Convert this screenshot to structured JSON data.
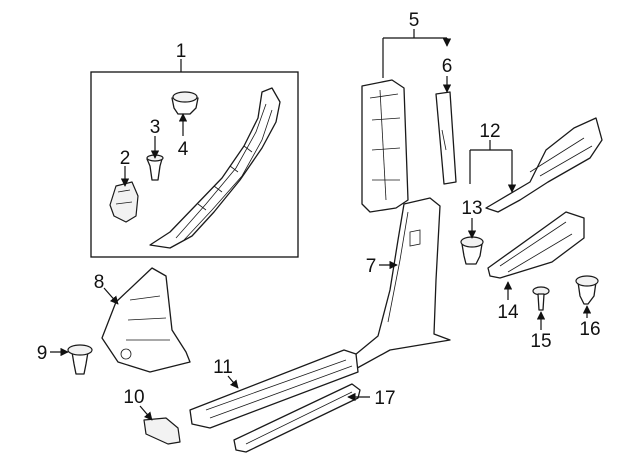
{
  "callouts": [
    "1",
    "2",
    "3",
    "4",
    "5",
    "6",
    "7",
    "8",
    "9",
    "10",
    "11",
    "12",
    "13",
    "14",
    "15",
    "16",
    "17"
  ],
  "colors": {
    "line": "#1a1a1a",
    "shade": "#f2f2f2",
    "background": "#ffffff"
  }
}
